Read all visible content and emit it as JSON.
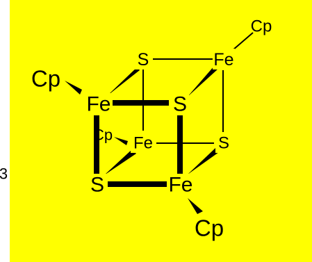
{
  "colors": {
    "background": "#ffff00",
    "page": "#ffffff",
    "ink": "#000000"
  },
  "fragment": {
    "left_edge_text": "3"
  },
  "atoms": {
    "fe_top_right": "Fe",
    "fe_front_top_left": "Fe",
    "fe_back_bottom_left": "Fe",
    "fe_front_bottom_right": "Fe",
    "s_back_top_left": "S",
    "s_front_top_right": "S",
    "s_back_bottom_right": "S",
    "s_front_bottom_left": "S"
  },
  "ligands": {
    "cp_top_right": "Cp",
    "cp_left": "Cp",
    "cp_inner": "Cp",
    "cp_bottom": "Cp"
  }
}
